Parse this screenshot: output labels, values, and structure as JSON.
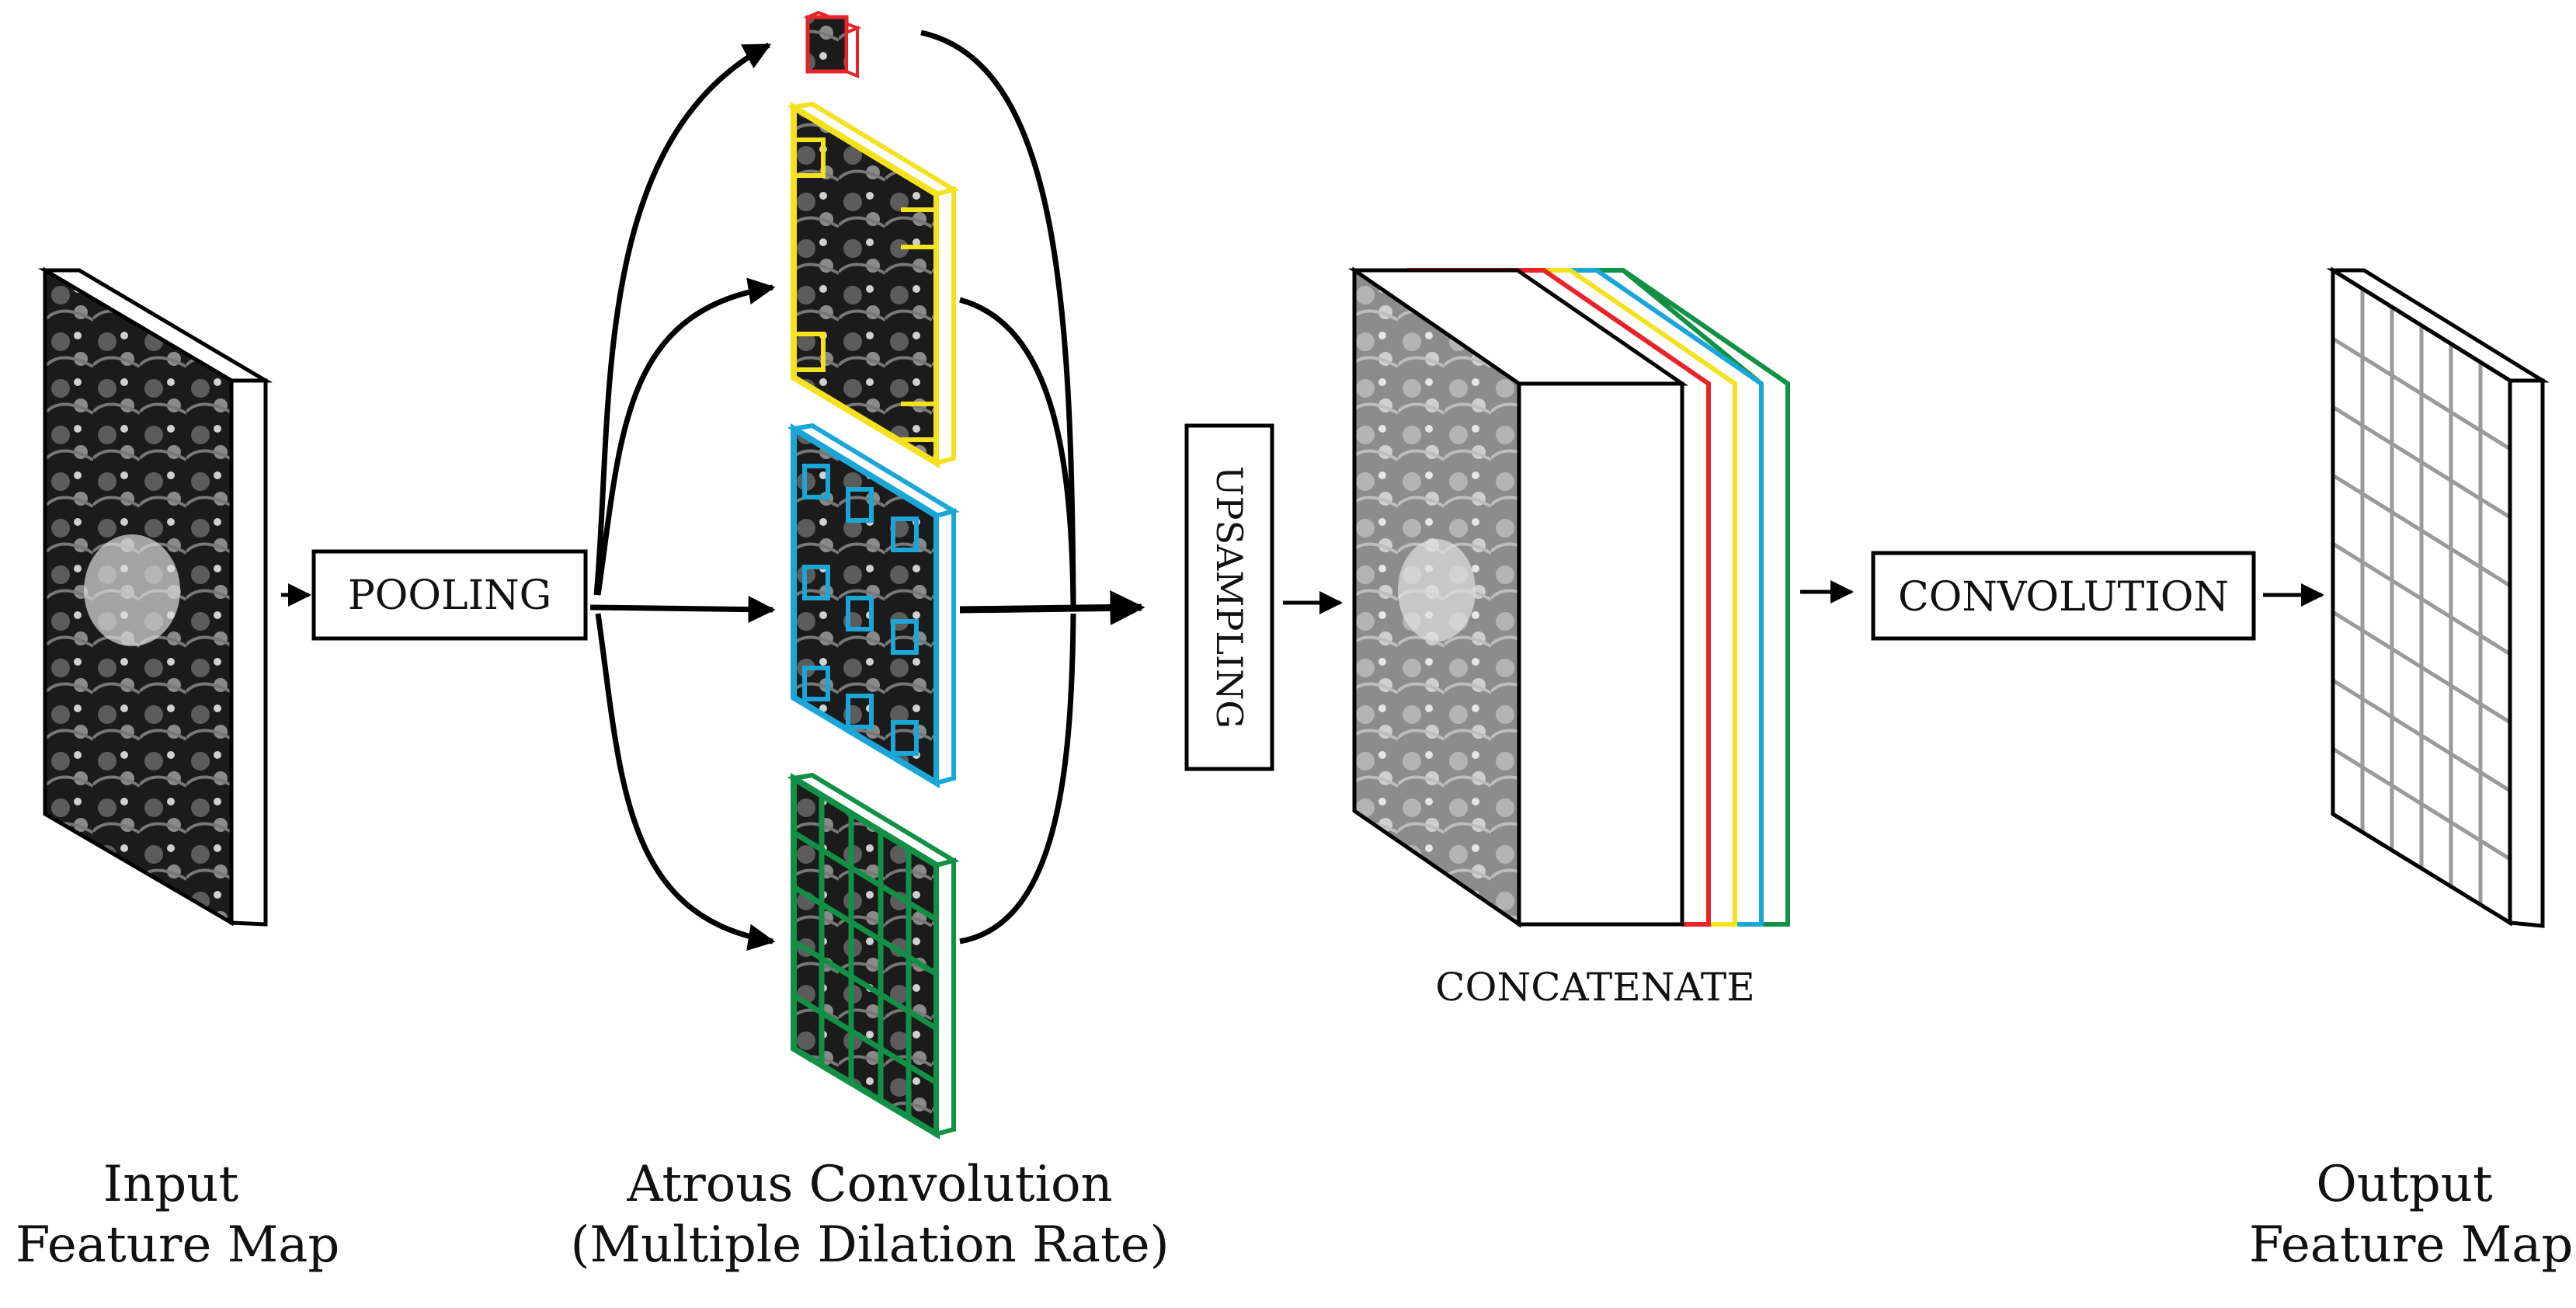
{
  "captions": {
    "input_line1": "Input",
    "input_line2": "Feature Map",
    "atrous_line1": "Atrous Convolution",
    "atrous_line2": "(Multiple Dilation Rate)",
    "output_line1": "Output",
    "output_line2": "Feature Map"
  },
  "boxes": {
    "pooling": "POOLING",
    "upsampling": "UPSAMPLING",
    "convolution": "CONVOLUTION",
    "concatenate": "CONCATENATE"
  },
  "colors": {
    "kernel_red": "#e8232a",
    "kernel_yellow": "#f4e21f",
    "kernel_blue": "#1aa7d8",
    "kernel_green": "#129146",
    "mri_dark": "#151515",
    "mri_mid": "#6a6a6a",
    "faded_mri": "#a8a8a8",
    "grid_line": "#9a9a9a"
  },
  "icons": [
    "mri-slice-icon",
    "arrow-icon"
  ]
}
